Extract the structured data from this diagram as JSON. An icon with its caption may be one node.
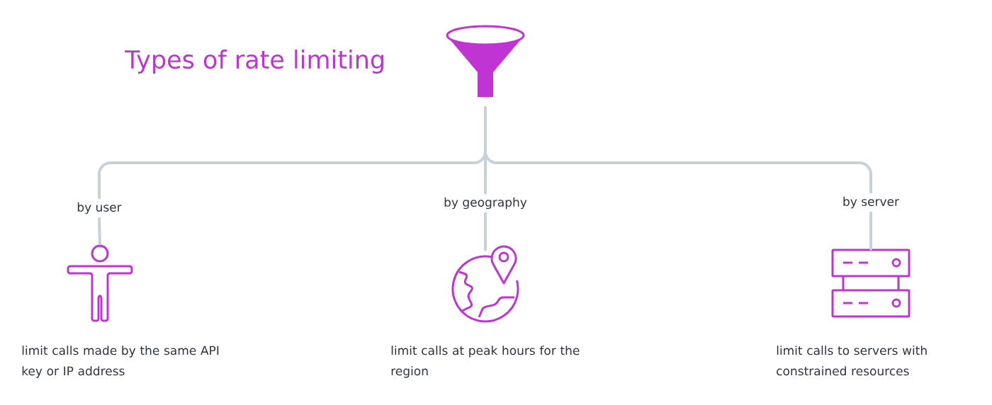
{
  "diagram": {
    "title": "Types of rate limiting",
    "nodes": [
      {
        "text": [],
        "shape": "funnel"
      },
      {
        "text": [
          "by user"
        ]
      },
      {
        "text": [],
        "shape": "person",
        "beside": [
          "limit calls made by the same API key or IP address"
        ]
      },
      {
        "text": [
          "by geography"
        ]
      },
      {
        "text": [],
        "shape": "globe",
        "beside": [
          "limit calls at peak hours for the region"
        ]
      },
      {
        "text": [
          "by server"
        ]
      },
      {
        "text": [],
        "shape": "server",
        "beside": [
          "limit calls to servers with constrained resources"
        ]
      }
    ],
    "edges": [
      {
        "from": 0,
        "to": 1,
        "arrow": "none"
      },
      {
        "from": 0,
        "to": 3,
        "arrow": "none"
      },
      {
        "from": 0,
        "to": 5,
        "arrow": "none"
      },
      {
        "from": 1,
        "to": 2,
        "arrow": "none"
      },
      {
        "from": 3,
        "to": 4,
        "arrow": "none"
      },
      {
        "from": 5,
        "to": 6,
        "arrow": "none"
      }
    ]
  }
}
